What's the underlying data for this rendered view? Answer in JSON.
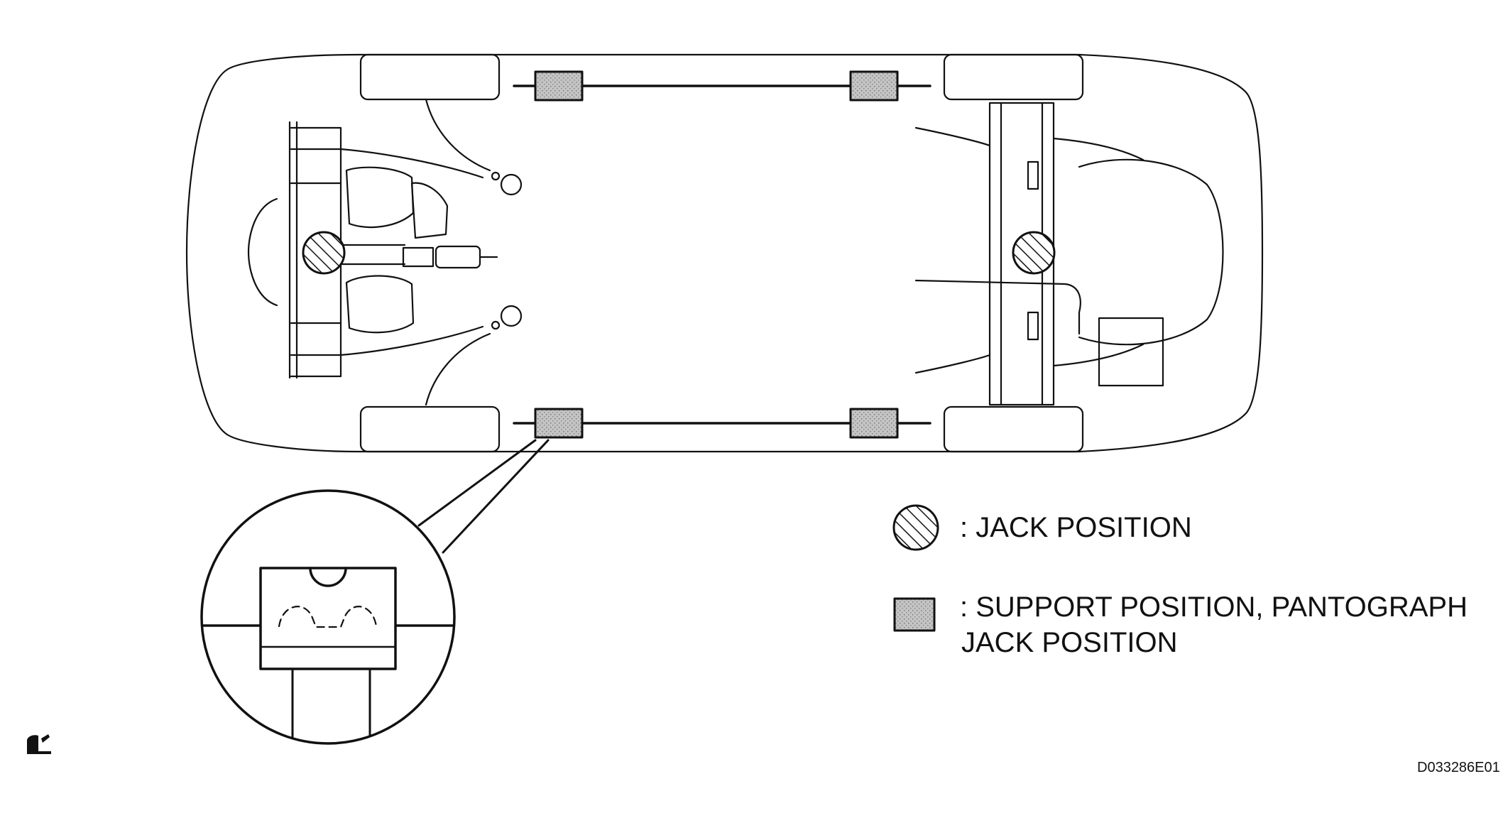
{
  "legend": {
    "jack_label": ": JACK POSITION",
    "support_label_line1": ": SUPPORT POSITION, PANTOGRAPH",
    "support_label_line2": "JACK POSITION"
  },
  "figure_code": "D033286E01",
  "icons": {
    "jack_marker": "hatched-circle",
    "support_marker": "stippled-rectangle",
    "corner_icon": "book-icon"
  },
  "colors": {
    "line": "#111111",
    "stipple": "#bdbdbd",
    "background": "#ffffff"
  }
}
